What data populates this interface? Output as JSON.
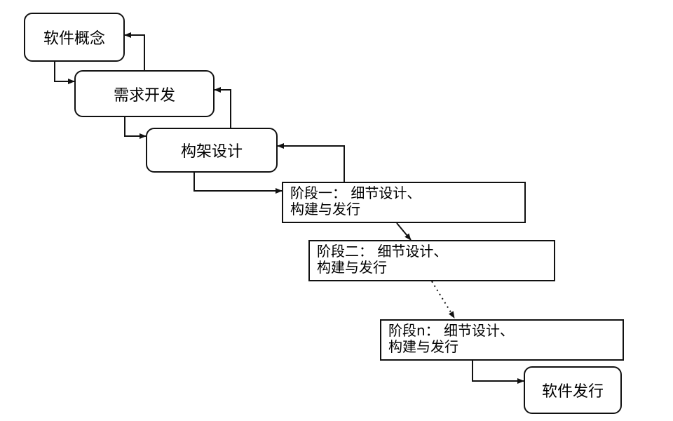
{
  "nodes": {
    "concept": "软件概念",
    "requirements": "需求开发",
    "architecture": "构架设计",
    "stage1": {
      "line1": "阶段一： 细节设计、",
      "line2": "构建与发行"
    },
    "stage2": {
      "line1": "阶段二： 细节设计、",
      "line2": "构建与发行"
    },
    "stagen": {
      "line1": "阶段n： 细节设计、",
      "line2": "构建与发行"
    },
    "release": "软件发行"
  },
  "colors": {
    "stroke": "#111111",
    "background": "#ffffff"
  }
}
